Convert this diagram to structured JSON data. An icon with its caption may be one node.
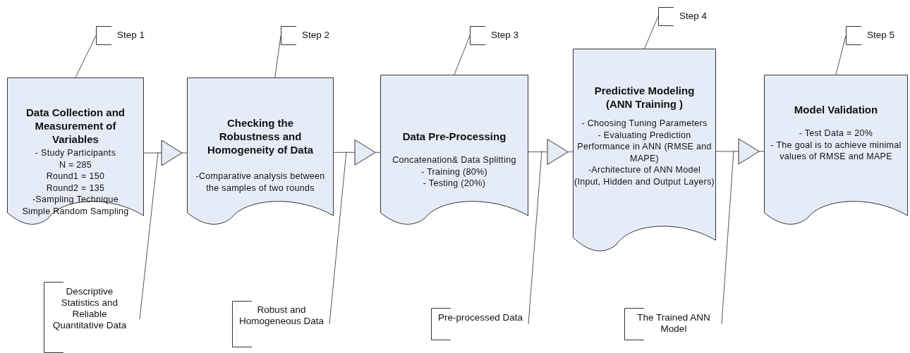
{
  "diagram": {
    "nodes": [
      {
        "text": [
          "Data Collection and Measurement of Variables",
          "- Study Participants",
          "N = 285",
          "Round1 = 150",
          "Round2 = 135",
          "-Sampling Technique",
          "Simple Random Sampling"
        ]
      },
      {
        "text": [
          "Checking the Robustness and Homogeneity of Data",
          "-Comparative analysis between the samples of two rounds"
        ]
      },
      {
        "text": [
          "Data Pre-Processing",
          "Concatenation& Data Splitting",
          "- Training (80%)",
          "- Testing (20%)"
        ]
      },
      {
        "text": [
          "Predictive Modeling (ANN Training )",
          "- Choosing Tuning Parameters",
          "- Evaluating Prediction Performance in ANN (RMSE and MAPE)",
          "-Architecture of ANN Model (Input, Hidden and Output Layers)"
        ]
      },
      {
        "text": [
          "Model Validation",
          "- Test Data = 20%",
          "- The goal is to achieve minimal values of RMSE and MAPE"
        ]
      },
      {
        "text": [
          "Step 1"
        ]
      },
      {
        "text": [
          "Step 2"
        ]
      },
      {
        "text": [
          "Step 3"
        ]
      },
      {
        "text": [
          "Step 4"
        ]
      },
      {
        "text": [
          "Step 5"
        ]
      },
      {
        "text": [
          "Descriptive Statistics and Reliable Quantitative Data"
        ]
      },
      {
        "text": [
          "Robust and Homogeneous Data"
        ]
      },
      {
        "text": [
          "Pre-processed Data"
        ]
      },
      {
        "text": [
          "The Trained ANN Model"
        ]
      }
    ],
    "edges": [
      {
        "from": 0,
        "to": 1,
        "arrow": "to"
      },
      {
        "from": 1,
        "to": 2,
        "arrow": "to"
      },
      {
        "from": 2,
        "to": 3,
        "arrow": "to"
      },
      {
        "from": 3,
        "to": 4,
        "arrow": "to"
      },
      {
        "from": 5,
        "to": 0,
        "arrow": "none"
      },
      {
        "from": 6,
        "to": 1,
        "arrow": "none"
      },
      {
        "from": 7,
        "to": 2,
        "arrow": "none"
      },
      {
        "from": 8,
        "to": 3,
        "arrow": "none"
      },
      {
        "from": 9,
        "to": 4,
        "arrow": "none"
      },
      {
        "from": 10,
        "to": null,
        "arrow": "none"
      },
      {
        "from": 11,
        "to": null,
        "arrow": "none"
      },
      {
        "from": 12,
        "to": null,
        "arrow": "none"
      },
      {
        "from": 13,
        "to": null,
        "arrow": "none"
      }
    ]
  }
}
